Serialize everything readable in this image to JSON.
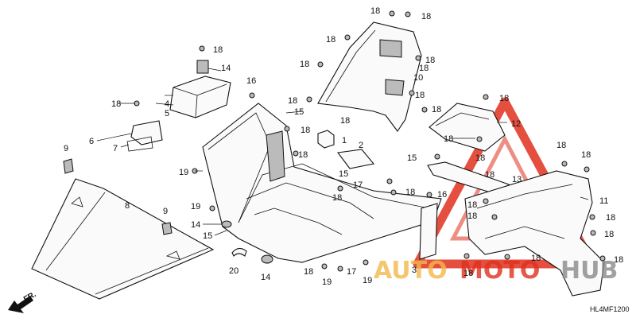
{
  "diagram": {
    "code": "HL4MF1200",
    "direction": "FR.",
    "watermark": {
      "auto": "AUTO",
      "moto": "MOTO",
      "hub": "HUB"
    },
    "colors": {
      "watermark_red": "#e0301e",
      "watermark_orange": "#f2b94a",
      "watermark_gray": "#8a8a8a",
      "line": "#111111"
    },
    "callouts": [
      {
        "text": "18"
      },
      {
        "text": "18"
      },
      {
        "text": "18"
      },
      {
        "text": "18"
      },
      {
        "text": "18"
      },
      {
        "text": "14"
      },
      {
        "text": "16"
      },
      {
        "text": "18"
      },
      {
        "text": "4"
      },
      {
        "text": "5"
      },
      {
        "text": "18"
      },
      {
        "text": "15"
      },
      {
        "text": "18"
      },
      {
        "text": "1"
      },
      {
        "text": "2"
      },
      {
        "text": "6"
      },
      {
        "text": "7"
      },
      {
        "text": "9"
      },
      {
        "text": "8"
      },
      {
        "text": "19"
      },
      {
        "text": "18"
      },
      {
        "text": "19"
      },
      {
        "text": "14"
      },
      {
        "text": "15"
      },
      {
        "text": "9"
      },
      {
        "text": "20"
      },
      {
        "text": "14"
      },
      {
        "text": "15"
      },
      {
        "text": "17"
      },
      {
        "text": "18"
      },
      {
        "text": "18"
      },
      {
        "text": "17"
      },
      {
        "text": "19"
      },
      {
        "text": "19"
      },
      {
        "text": "3"
      },
      {
        "text": "18"
      },
      {
        "text": "18"
      },
      {
        "text": "18"
      },
      {
        "text": "10"
      },
      {
        "text": "18"
      },
      {
        "text": "18"
      },
      {
        "text": "18"
      },
      {
        "text": "18"
      },
      {
        "text": "12"
      },
      {
        "text": "18"
      },
      {
        "text": "15"
      },
      {
        "text": "18"
      },
      {
        "text": "18"
      },
      {
        "text": "13"
      },
      {
        "text": "16"
      },
      {
        "text": "11"
      },
      {
        "text": "18"
      },
      {
        "text": "18"
      },
      {
        "text": "18"
      },
      {
        "text": "18"
      },
      {
        "text": "18"
      },
      {
        "text": "18"
      },
      {
        "text": "18"
      },
      {
        "text": "18"
      },
      {
        "text": "18"
      }
    ]
  }
}
